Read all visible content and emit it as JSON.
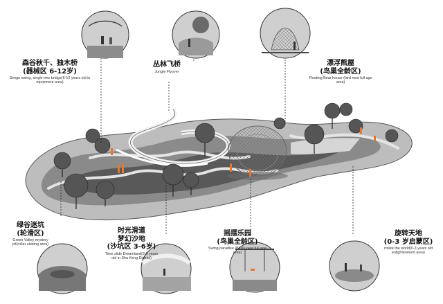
{
  "labels": [
    {
      "id": "sengu",
      "zh1": "森谷秋千、独木桥",
      "zh2": "(器械区 6-12岁)",
      "en": "Sengu swing, single tree bridge(6-12 years old in equipment area)"
    },
    {
      "id": "flyover",
      "zh1": "丛林飞桥",
      "zh2": "",
      "en": "Jungle Flyover"
    },
    {
      "id": "bear",
      "zh1": "漂浮熊屋",
      "zh2": "(鸟巢全龄区)",
      "en": "Floating Bear house (bird nest full age area)"
    },
    {
      "id": "valley",
      "zh1": "绿谷迷坑",
      "zh2": "(轮滑区)",
      "en": "Green Valley mystery pit(roller skating area)"
    },
    {
      "id": "dreamland",
      "zh1": "时光滑道",
      "zh2": "梦幻沙地",
      "zh3": "(沙坑区 3-6岁)",
      "en": "Time slide Dreamland(3-6 years old in Sha Keng District)"
    },
    {
      "id": "swing",
      "zh1": "摇摆乐园",
      "zh2": "(鸟巢全龄区)",
      "en": "Swing paradise (Bird's nest full age area)"
    },
    {
      "id": "world",
      "zh1": "旋转天地",
      "zh2": "(0-3 岁启蒙区)",
      "en": "rotate the world(0-3 years old enlightenment area)"
    }
  ],
  "colors": {
    "accent": "#e8762b",
    "ink": "#111111",
    "ground_dark": "#4a4a4a",
    "ground_mid": "#8a8a8a",
    "ground_light": "#c9c9c9"
  }
}
